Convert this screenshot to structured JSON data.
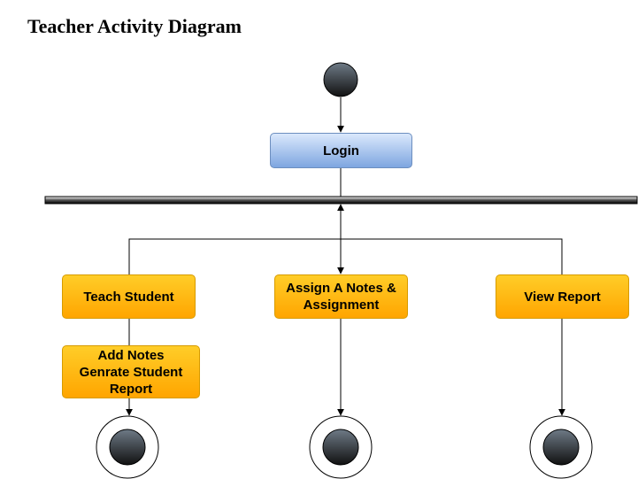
{
  "title": "Teacher Activity Diagram",
  "nodes": {
    "login": "Login",
    "teach": "Teach Student",
    "assign": "Assign A Notes & Assignment",
    "view": "View Report",
    "notes": "Add Notes Genrate Student Report"
  },
  "colors": {
    "login_fill_top": "#dae8fc",
    "login_fill_bottom": "#7ea6e0",
    "login_border": "#6c8ebf",
    "action_fill_top": "#ffcd28",
    "action_fill_bottom": "#ffa500",
    "action_border": "#d79b00",
    "node_dot_top": "#6e7a86",
    "node_dot_bottom": "#111111"
  }
}
